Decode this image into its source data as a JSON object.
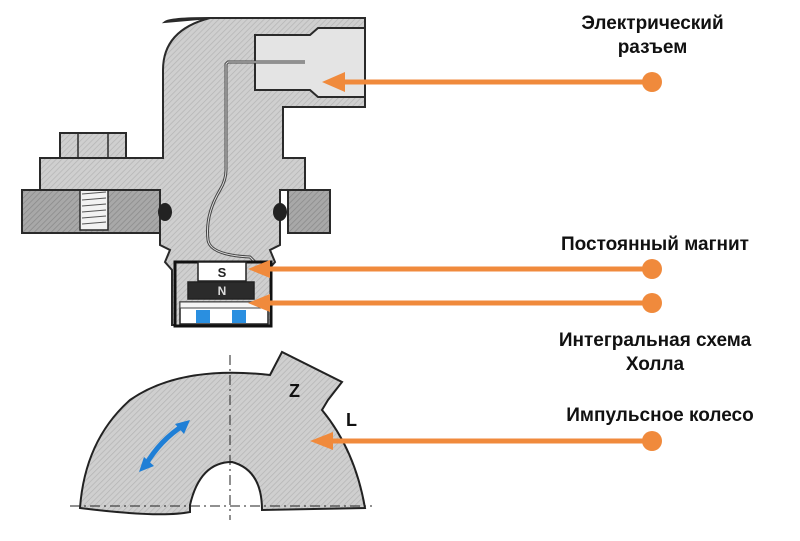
{
  "title": "Датчик Холла — устройство",
  "colors": {
    "leader": "#f08a3c",
    "metal": "#c8c8c8",
    "metal_dark": "#9a9a9a",
    "outline": "#2a2a2a",
    "hall_blue": "#2a8fe0",
    "rotation_arrow": "#1f7fd6"
  },
  "labels": {
    "connector_line1": "Электрический",
    "connector_line2": "разъем",
    "magnet": "Постоянный магнит",
    "hall_ic_line1": "Интегральная схема",
    "hall_ic_line2": "Холла",
    "wheel": "Импульсное колесо"
  },
  "magnet_poles": {
    "south": "S",
    "north": "N"
  },
  "wheel_marks": {
    "tooth": "Z",
    "gap": "L"
  }
}
